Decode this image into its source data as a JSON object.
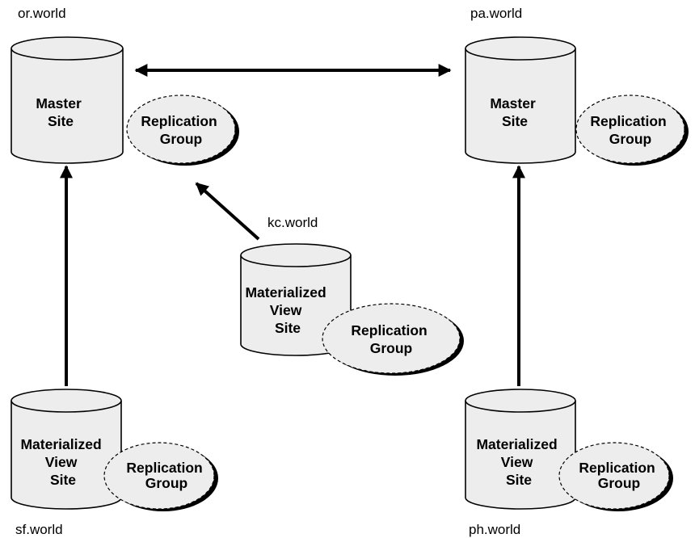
{
  "sites": {
    "or": {
      "name": "or.world",
      "lines": [
        "Master",
        "Site"
      ],
      "group": [
        "Replication",
        "Group"
      ]
    },
    "pa": {
      "name": "pa.world",
      "lines": [
        "Master",
        "Site"
      ],
      "group": [
        "Replication",
        "Group"
      ]
    },
    "kc": {
      "name": "kc.world",
      "lines": [
        "Materialized",
        "View",
        "Site"
      ],
      "group": [
        "Replication",
        "Group"
      ]
    },
    "sf": {
      "name": "sf.world",
      "lines": [
        "Materialized",
        "View",
        "Site"
      ],
      "group": [
        "Replication",
        "Group"
      ]
    },
    "ph": {
      "name": "ph.world",
      "lines": [
        "Materialized",
        "View",
        "Site"
      ],
      "group": [
        "Replication",
        "Group"
      ]
    }
  },
  "links": [
    {
      "from": "or",
      "to": "pa",
      "direction": "both"
    },
    {
      "from": "sf",
      "to": "or",
      "direction": "to"
    },
    {
      "from": "kc",
      "to": "or",
      "direction": "to"
    },
    {
      "from": "ph",
      "to": "pa",
      "direction": "to"
    }
  ]
}
